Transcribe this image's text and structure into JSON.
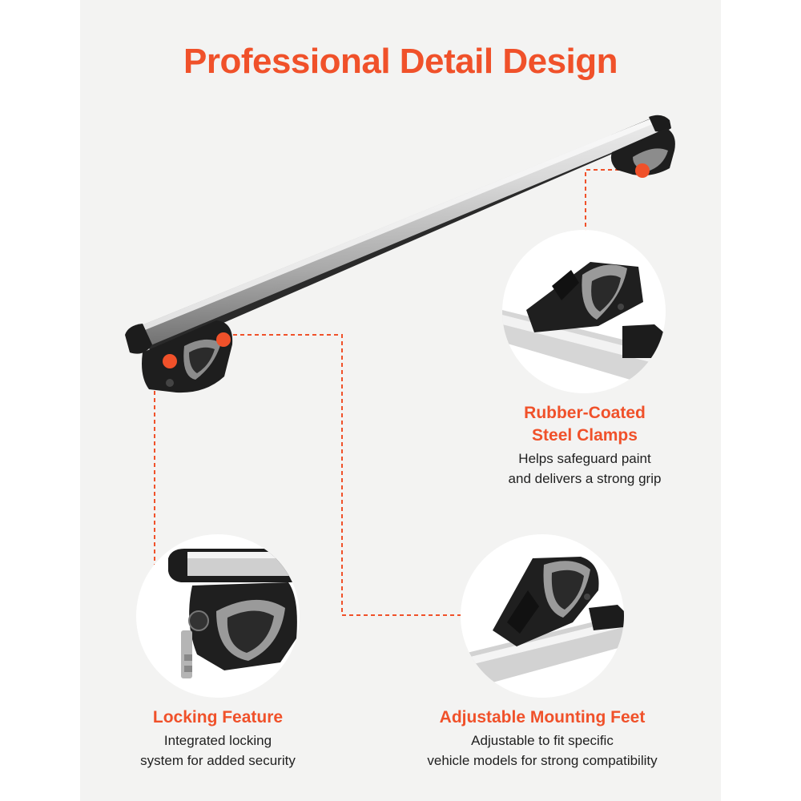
{
  "title": "Professional Detail Design",
  "colors": {
    "accent": "#f0512a",
    "background": "#f3f3f2",
    "text": "#1f1f1f"
  },
  "features": [
    {
      "id": "clamps",
      "title_line1": "Rubber-Coated",
      "title_line2": "Steel Clamps",
      "desc_line1": "Helps safeguard paint",
      "desc_line2": "and delivers a strong grip",
      "icon": "steel-clamp-closeup"
    },
    {
      "id": "locking",
      "title_line1": "Locking Feature",
      "desc_line1": "Integrated locking",
      "desc_line2": "system for added security",
      "icon": "lock-and-key-closeup"
    },
    {
      "id": "feet",
      "title_line1": "Adjustable Mounting Feet",
      "desc_line1": "Adjustable to fit specific",
      "desc_line2": "vehicle models for strong compatibility",
      "icon": "mounting-foot-closeup"
    }
  ]
}
